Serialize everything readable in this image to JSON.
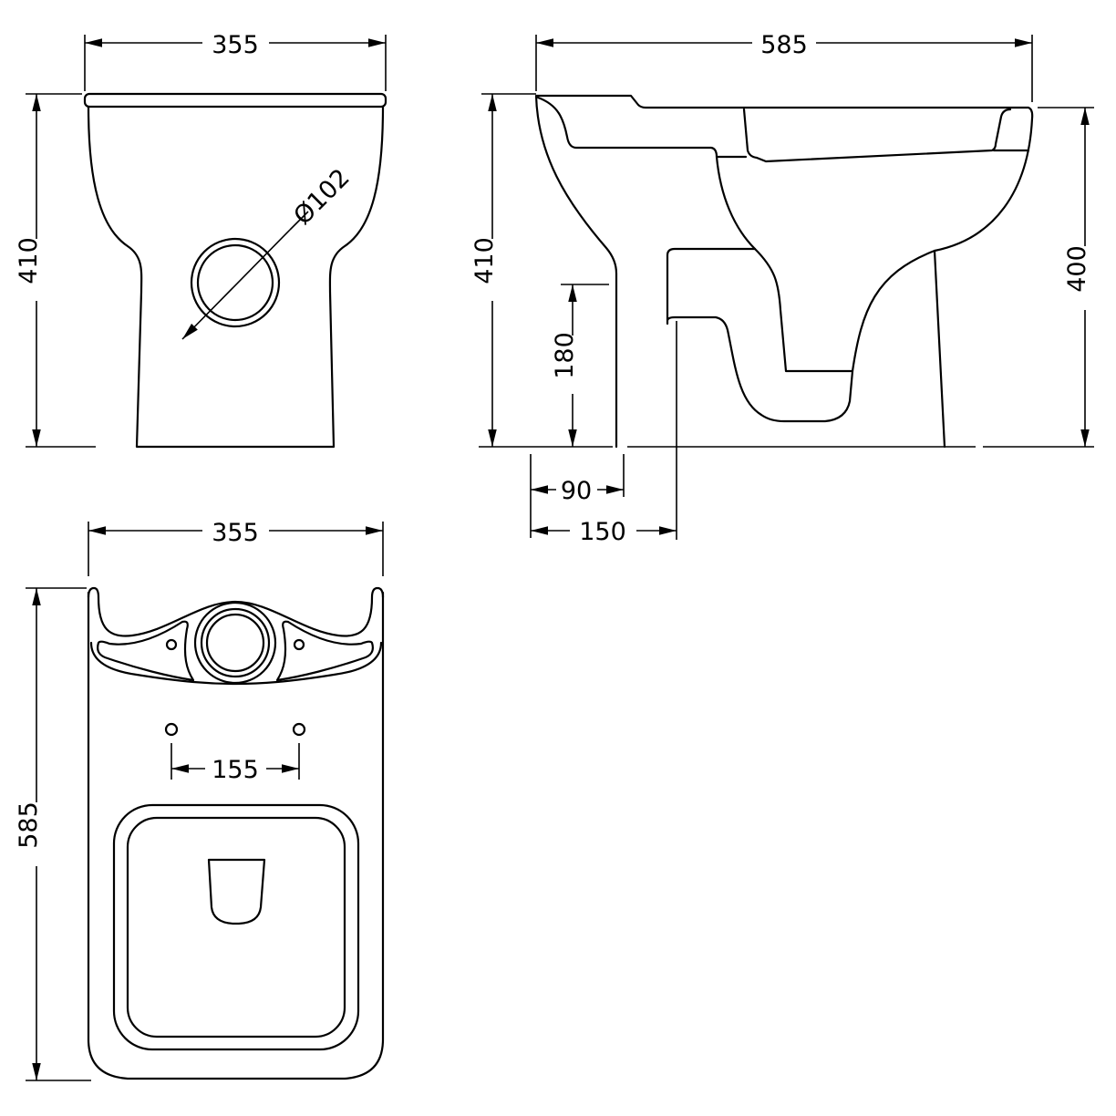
{
  "front_view": {
    "width_label": "355",
    "height_label": "410",
    "outlet_label": "Ø102"
  },
  "side_view": {
    "depth_label": "585",
    "height_label": "410",
    "rim_height_label": "400",
    "outlet_height_label": "180",
    "setback_90_label": "90",
    "setback_150_label": "150"
  },
  "top_view": {
    "width_label": "355",
    "depth_label": "585",
    "fixing_centres_label": "155"
  }
}
